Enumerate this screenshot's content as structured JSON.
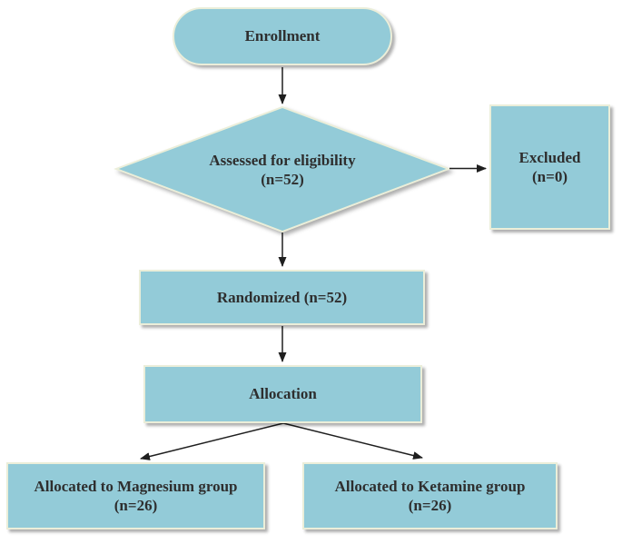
{
  "colors": {
    "background": "#ffffff",
    "node_fill": "#93cbd8",
    "node_border": "#ebeed9",
    "arrow": "#1f1f1f",
    "text": "#2e2e2e",
    "shadow": "rgba(0,0,0,0.32)"
  },
  "nodes": {
    "enrollment": {
      "shape": "stadium",
      "label": "Enrollment"
    },
    "assessed_eligibility": {
      "shape": "diamond",
      "line1": "Assessed for eligibility",
      "line2": "(n=52)"
    },
    "excluded": {
      "shape": "rectangle",
      "line1": "Excluded",
      "line2": "(n=0)"
    },
    "randomized": {
      "shape": "rectangle",
      "label": "Randomized (n=52)"
    },
    "allocation": {
      "shape": "rectangle",
      "label": "Allocation"
    },
    "magnesium_group": {
      "shape": "rectangle",
      "line1": "Allocated to Magnesium group",
      "line2": "(n=26)"
    },
    "ketamine_group": {
      "shape": "rectangle",
      "line1": "Allocated to Ketamine group",
      "line2": "(n=26)"
    }
  },
  "edges": [
    {
      "from": "enrollment",
      "to": "assessed_eligibility",
      "direction": "down"
    },
    {
      "from": "assessed_eligibility",
      "to": "excluded",
      "direction": "right"
    },
    {
      "from": "assessed_eligibility",
      "to": "randomized",
      "direction": "down"
    },
    {
      "from": "randomized",
      "to": "allocation",
      "direction": "down"
    },
    {
      "from": "allocation",
      "to": "magnesium_group",
      "direction": "down-left"
    },
    {
      "from": "allocation",
      "to": "ketamine_group",
      "direction": "down-right"
    }
  ]
}
